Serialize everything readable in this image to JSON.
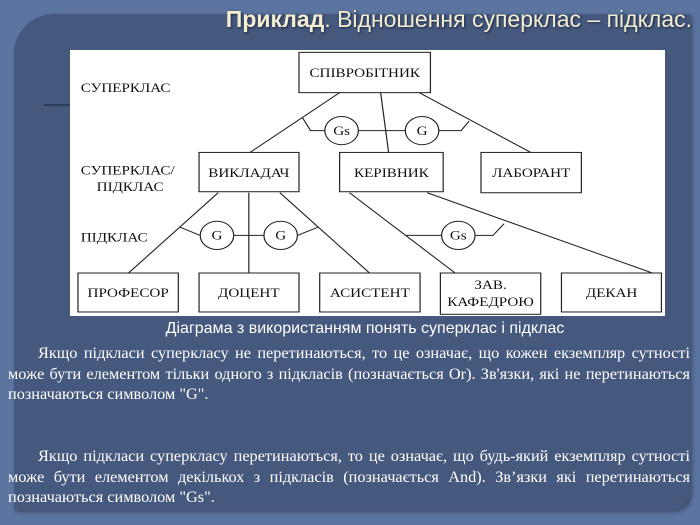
{
  "slide": {
    "title_bold": "Приклад",
    "title_rest": ". Відношення суперклас – підклас.",
    "caption": "Діаграма з використанням понять суперклас і підклас",
    "paragraphs": [
      "Якщо підкласи суперкласу не перетинаються, то це означає, що кожен екземпляр сутності може бути елементом тільки одного з підкласів (позначається Or). Зв'язки, які не перетинаються позначаються символом \"G\".",
      "Якщо підкласи суперкласу перетинаються, то це означає, що будь-який екземпляр сутності може бути елементом декількох з підкласів (позначається And). Зв’язки які перетинаються позначаються символом \"Gs\"."
    ]
  },
  "diagram": {
    "levels": [
      "СУПЕРКЛАС",
      "СУПЕРКЛАС/",
      "ПІДКЛАС",
      "ПІДКЛАС"
    ],
    "entities": {
      "employee": "СПІВРОБІТНИК",
      "teacher": "ВИКЛАДАЧ",
      "manager": "КЕРІВНИК",
      "lab": "ЛАБОРАНТ",
      "professor": "ПРОФЕСОР",
      "docent": "ДОЦЕНТ",
      "assistant": "АСИСТЕНТ",
      "head1": "ЗАВ.",
      "head2": "КАФЕДРОЮ",
      "dean": "ДЕКАН"
    },
    "symbols": {
      "gs1": "Gs",
      "g1": "G",
      "g2": "G",
      "g3": "G",
      "gs2": "Gs"
    }
  }
}
